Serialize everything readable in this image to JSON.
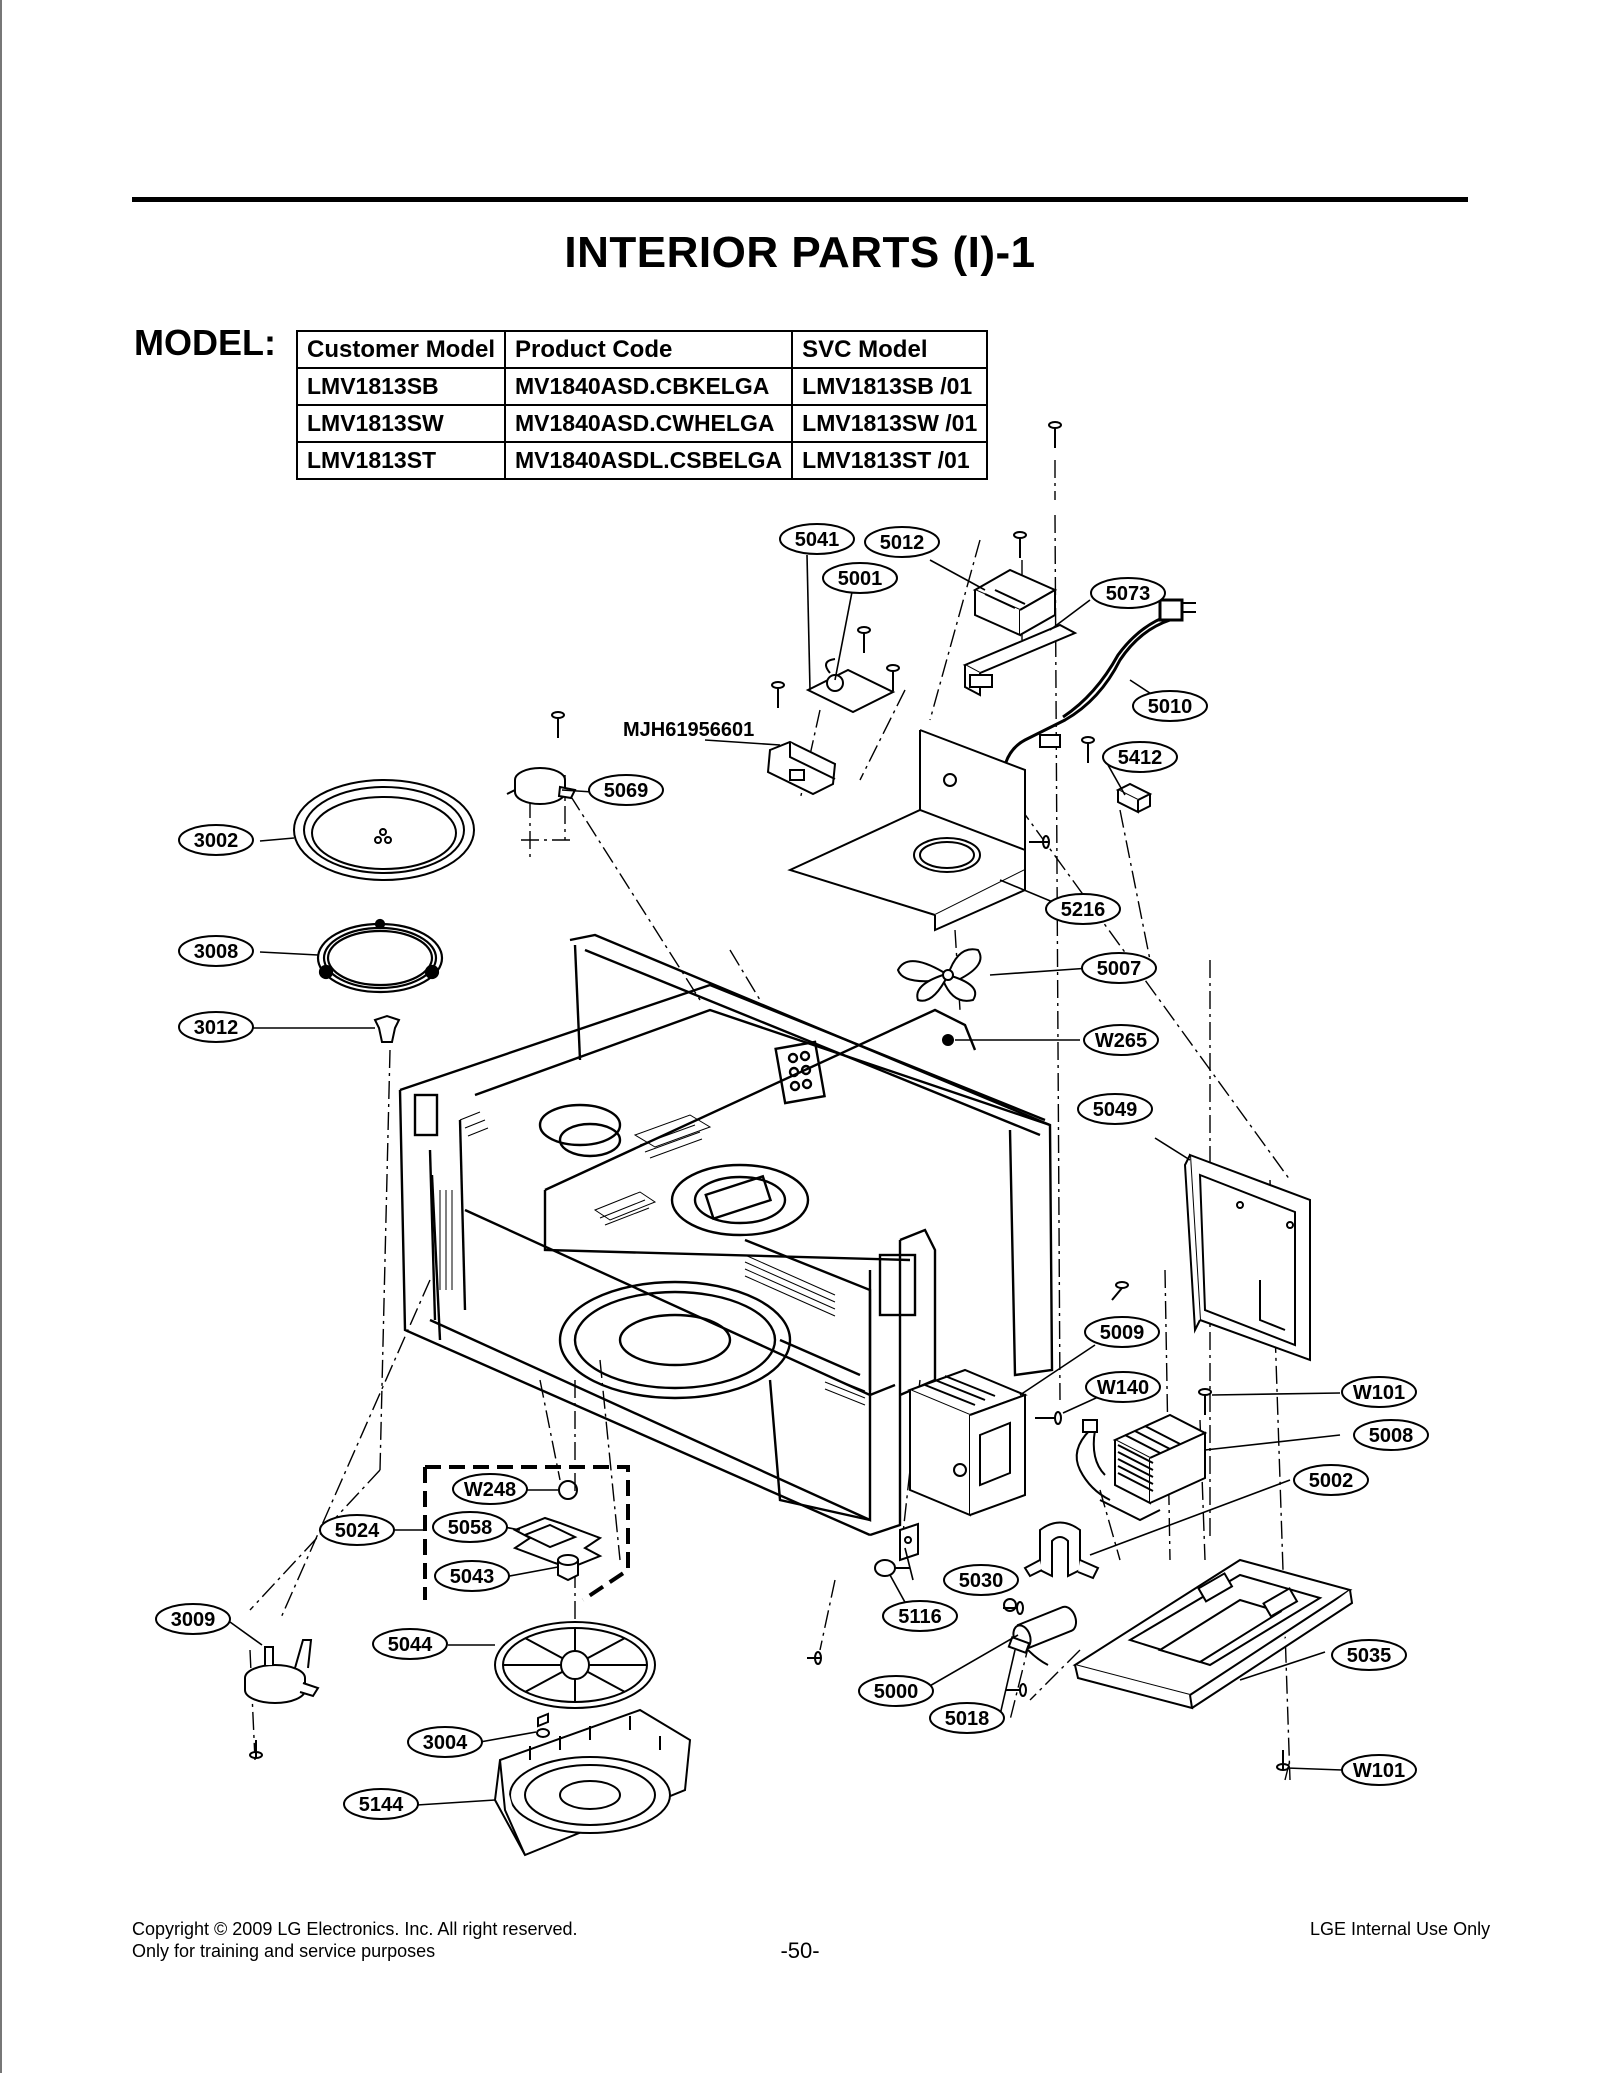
{
  "page": {
    "title": "INTERIOR PARTS (I)-1",
    "model_label": "MODEL:",
    "page_number": "-50-",
    "copyright": "Copyright © 2009 LG Electronics. Inc. All right reserved.",
    "training_note": "Only for training and service purposes",
    "internal_note": "LGE Internal Use Only"
  },
  "model_table": {
    "headers": [
      "Customer Model",
      "Product Code",
      "SVC Model"
    ],
    "rows": [
      [
        "LMV1813SB",
        "MV1840ASD.CBKELGA",
        "LMV1813SB /01"
      ],
      [
        "LMV1813SW",
        "MV1840ASD.CWHELGA",
        "LMV1813SW /01"
      ],
      [
        "LMV1813ST",
        "MV1840ASDL.CSBELGA",
        "LMV1813ST /01"
      ]
    ]
  },
  "diagram": {
    "part_label": "MJH61956601",
    "callouts": [
      "5041",
      "5012",
      "5001",
      "5073",
      "5010",
      "5412",
      "5069",
      "3002",
      "5216",
      "3008",
      "5007",
      "3012",
      "W265",
      "5049",
      "5009",
      "W140",
      "W101",
      "5008",
      "W248",
      "5002",
      "5024",
      "5058",
      "5043",
      "5030",
      "5116",
      "3009",
      "5044",
      "5035",
      "5000",
      "5018",
      "3004",
      "W101",
      "5144"
    ]
  }
}
